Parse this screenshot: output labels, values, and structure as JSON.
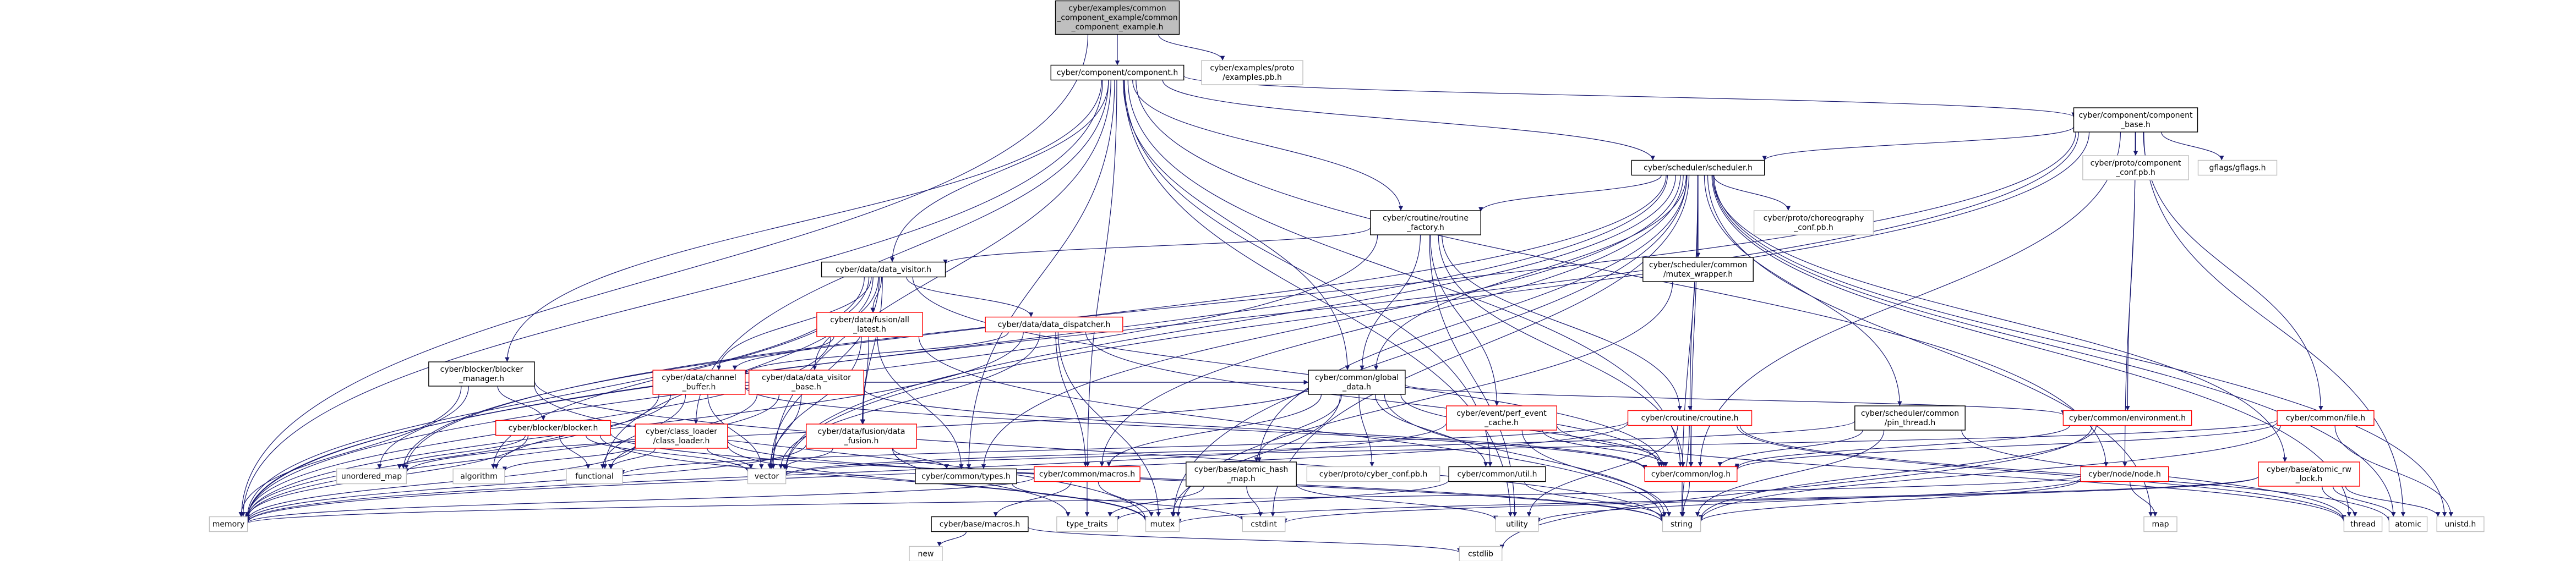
{
  "graph": {
    "nodes": [
      {
        "id": "root",
        "lines": [
          "cyber/examples/common",
          "_component_example/common",
          "_component_example.h"
        ],
        "style": "root"
      },
      {
        "id": "component",
        "lines": [
          "cyber/component/component.h"
        ],
        "style": "doc"
      },
      {
        "id": "examples_pb",
        "lines": [
          "cyber/examples/proto",
          "/examples.pb.h"
        ],
        "style": "ext"
      },
      {
        "id": "component_base",
        "lines": [
          "cyber/component/component",
          "_base.h"
        ],
        "style": "doc"
      },
      {
        "id": "scheduler",
        "lines": [
          "cyber/scheduler/scheduler.h"
        ],
        "style": "doc"
      },
      {
        "id": "component_conf",
        "lines": [
          "cyber/proto/component",
          "_conf.pb.h"
        ],
        "style": "ext"
      },
      {
        "id": "gflags",
        "lines": [
          "gflags/gflags.h"
        ],
        "style": "ext"
      },
      {
        "id": "routine_factory",
        "lines": [
          "cyber/croutine/routine",
          "_factory.h"
        ],
        "style": "doc"
      },
      {
        "id": "choreography",
        "lines": [
          "cyber/proto/choreography",
          "_conf.pb.h"
        ],
        "style": "ext"
      },
      {
        "id": "data_visitor",
        "lines": [
          "cyber/data/data_visitor.h"
        ],
        "style": "doc"
      },
      {
        "id": "all_latest",
        "lines": [
          "cyber/data/fusion/all",
          "_latest.h"
        ],
        "style": "red"
      },
      {
        "id": "data_dispatcher",
        "lines": [
          "cyber/data/data_dispatcher.h"
        ],
        "style": "red"
      },
      {
        "id": "mutex_wrapper",
        "lines": [
          "cyber/scheduler/common",
          "/mutex_wrapper.h"
        ],
        "style": "doc"
      },
      {
        "id": "blocker_manager",
        "lines": [
          "cyber/blocker/blocker",
          "_manager.h"
        ],
        "style": "doc"
      },
      {
        "id": "channel_buffer",
        "lines": [
          "cyber/data/channel",
          "_buffer.h"
        ],
        "style": "red"
      },
      {
        "id": "visitor_base",
        "lines": [
          "cyber/data/data_visitor",
          "_base.h"
        ],
        "style": "red"
      },
      {
        "id": "common_global",
        "lines": [
          "cyber/common/global",
          "_data.h"
        ],
        "style": "doc"
      },
      {
        "id": "perf_event",
        "lines": [
          "cyber/event/perf_event",
          "_cache.h"
        ],
        "style": "red"
      },
      {
        "id": "croutine",
        "lines": [
          "cyber/croutine/croutine.h"
        ],
        "style": "red"
      },
      {
        "id": "pin_thread",
        "lines": [
          "cyber/scheduler/common",
          "/pin_thread.h"
        ],
        "style": "doc"
      },
      {
        "id": "environment",
        "lines": [
          "cyber/common/environment.h"
        ],
        "style": "red"
      },
      {
        "id": "file",
        "lines": [
          "cyber/common/file.h"
        ],
        "style": "red"
      },
      {
        "id": "blocker",
        "lines": [
          "cyber/blocker/blocker.h"
        ],
        "style": "red"
      },
      {
        "id": "class_loader",
        "lines": [
          "cyber/class_loader",
          "/class_loader.h"
        ],
        "style": "red"
      },
      {
        "id": "data_fusion",
        "lines": [
          "cyber/data/fusion/data",
          "_fusion.h"
        ],
        "style": "red"
      },
      {
        "id": "atomic_hash",
        "lines": [
          "cyber/base/atomic_hash",
          "_map.h"
        ],
        "style": "doc"
      },
      {
        "id": "cyber_conf",
        "lines": [
          "cyber/proto/cyber_conf.pb.h"
        ],
        "style": "ext"
      },
      {
        "id": "util",
        "lines": [
          "cyber/common/util.h"
        ],
        "style": "doc"
      },
      {
        "id": "log",
        "lines": [
          "cyber/common/log.h"
        ],
        "style": "red"
      },
      {
        "id": "atomic_rw",
        "lines": [
          "cyber/base/atomic_rw",
          "_lock.h"
        ],
        "style": "red"
      },
      {
        "id": "node",
        "lines": [
          "cyber/node/node.h"
        ],
        "style": "red"
      },
      {
        "id": "common_macros",
        "lines": [
          "cyber/common/macros.h"
        ],
        "style": "red"
      },
      {
        "id": "types",
        "lines": [
          "cyber/common/types.h"
        ],
        "style": "doc"
      },
      {
        "id": "base_macros",
        "lines": [
          "cyber/base/macros.h"
        ],
        "style": "doc"
      },
      {
        "id": "unordered_map",
        "lines": [
          "unordered_map"
        ],
        "style": "ext"
      },
      {
        "id": "algorithm",
        "lines": [
          "algorithm"
        ],
        "style": "ext"
      },
      {
        "id": "functional",
        "lines": [
          "functional"
        ],
        "style": "ext"
      },
      {
        "id": "vector",
        "lines": [
          "vector"
        ],
        "style": "ext"
      },
      {
        "id": "memory",
        "lines": [
          "memory"
        ],
        "style": "ext"
      },
      {
        "id": "type_traits",
        "lines": [
          "type_traits"
        ],
        "style": "ext"
      },
      {
        "id": "mutex",
        "lines": [
          "mutex"
        ],
        "style": "ext"
      },
      {
        "id": "cstdint",
        "lines": [
          "cstdint"
        ],
        "style": "ext"
      },
      {
        "id": "utility",
        "lines": [
          "utility"
        ],
        "style": "ext"
      },
      {
        "id": "string",
        "lines": [
          "string"
        ],
        "style": "ext"
      },
      {
        "id": "map",
        "lines": [
          "map"
        ],
        "style": "ext"
      },
      {
        "id": "thread",
        "lines": [
          "thread"
        ],
        "style": "ext"
      },
      {
        "id": "atomic",
        "lines": [
          "atomic"
        ],
        "style": "ext"
      },
      {
        "id": "unistd",
        "lines": [
          "unistd.h"
        ],
        "style": "ext"
      },
      {
        "id": "new",
        "lines": [
          "new"
        ],
        "style": "ext"
      },
      {
        "id": "cstdlib",
        "lines": [
          "cstdlib"
        ],
        "style": "ext"
      }
    ],
    "edges": [
      [
        "root",
        "component"
      ],
      [
        "root",
        "examples_pb"
      ],
      [
        "root",
        "memory"
      ],
      [
        "component",
        "component_base"
      ],
      [
        "component",
        "scheduler"
      ],
      [
        "component",
        "routine_factory"
      ],
      [
        "component",
        "data_visitor"
      ],
      [
        "component",
        "blocker_manager"
      ],
      [
        "component",
        "class_loader"
      ],
      [
        "component",
        "common_global"
      ],
      [
        "component",
        "types"
      ],
      [
        "component",
        "util"
      ],
      [
        "component",
        "log"
      ],
      [
        "component",
        "node"
      ],
      [
        "component",
        "common_macros"
      ],
      [
        "component",
        "vector"
      ],
      [
        "component",
        "memory"
      ],
      [
        "component",
        "utility"
      ],
      [
        "component_base",
        "scheduler"
      ],
      [
        "component_base",
        "component_conf"
      ],
      [
        "component_base",
        "gflags"
      ],
      [
        "component_base",
        "environment"
      ],
      [
        "component_base",
        "file"
      ],
      [
        "component_base",
        "node"
      ],
      [
        "component_base",
        "memory"
      ],
      [
        "component_base",
        "vector"
      ],
      [
        "component_base",
        "atomic"
      ],
      [
        "component_base",
        "unordered_map"
      ],
      [
        "component_base",
        "log"
      ],
      [
        "scheduler",
        "routine_factory"
      ],
      [
        "scheduler",
        "choreography"
      ],
      [
        "scheduler",
        "mutex_wrapper"
      ],
      [
        "scheduler",
        "croutine"
      ],
      [
        "scheduler",
        "pin_thread"
      ],
      [
        "scheduler",
        "common_global"
      ],
      [
        "scheduler",
        "common_macros"
      ],
      [
        "scheduler",
        "types"
      ],
      [
        "scheduler",
        "log"
      ],
      [
        "scheduler",
        "atomic_hash"
      ],
      [
        "scheduler",
        "atomic_rw"
      ],
      [
        "scheduler",
        "unordered_map"
      ],
      [
        "scheduler",
        "vector"
      ],
      [
        "scheduler",
        "memory"
      ],
      [
        "scheduler",
        "string"
      ],
      [
        "scheduler",
        "map"
      ],
      [
        "scheduler",
        "thread"
      ],
      [
        "scheduler",
        "atomic"
      ],
      [
        "scheduler",
        "unistd"
      ],
      [
        "scheduler",
        "mutex"
      ],
      [
        "scheduler",
        "cstdint"
      ],
      [
        "routine_factory",
        "data_visitor"
      ],
      [
        "routine_factory",
        "croutine"
      ],
      [
        "routine_factory",
        "perf_event"
      ],
      [
        "routine_factory",
        "common_global"
      ],
      [
        "routine_factory",
        "log"
      ],
      [
        "routine_factory",
        "utility"
      ],
      [
        "routine_factory",
        "memory"
      ],
      [
        "data_visitor",
        "all_latest"
      ],
      [
        "data_visitor",
        "data_dispatcher"
      ],
      [
        "data_visitor",
        "channel_buffer"
      ],
      [
        "data_visitor",
        "visitor_base"
      ],
      [
        "data_visitor",
        "data_fusion"
      ],
      [
        "data_visitor",
        "log"
      ],
      [
        "data_visitor",
        "algorithm"
      ],
      [
        "data_visitor",
        "functional"
      ],
      [
        "data_visitor",
        "vector"
      ],
      [
        "data_visitor",
        "memory"
      ],
      [
        "all_latest",
        "channel_buffer"
      ],
      [
        "all_latest",
        "data_fusion"
      ],
      [
        "all_latest",
        "types"
      ],
      [
        "all_latest",
        "vector"
      ],
      [
        "all_latest",
        "memory"
      ],
      [
        "all_latest",
        "string"
      ],
      [
        "data_dispatcher",
        "channel_buffer"
      ],
      [
        "data_dispatcher",
        "common_macros"
      ],
      [
        "data_dispatcher",
        "log"
      ],
      [
        "data_dispatcher",
        "vector"
      ],
      [
        "data_dispatcher",
        "memory"
      ],
      [
        "data_dispatcher",
        "mutex"
      ],
      [
        "mutex_wrapper",
        "mutex"
      ],
      [
        "blocker_manager",
        "blocker"
      ],
      [
        "blocker_manager",
        "memory"
      ],
      [
        "blocker_manager",
        "unordered_map"
      ],
      [
        "blocker_manager",
        "mutex"
      ],
      [
        "blocker_manager",
        "string"
      ],
      [
        "channel_buffer",
        "common_global"
      ],
      [
        "channel_buffer",
        "log"
      ],
      [
        "channel_buffer",
        "algorithm"
      ],
      [
        "channel_buffer",
        "functional"
      ],
      [
        "channel_buffer",
        "vector"
      ],
      [
        "channel_buffer",
        "memory"
      ],
      [
        "visitor_base",
        "common_global"
      ],
      [
        "visitor_base",
        "log"
      ],
      [
        "visitor_base",
        "functional"
      ],
      [
        "visitor_base",
        "vector"
      ],
      [
        "visitor_base",
        "memory"
      ],
      [
        "common_global",
        "atomic_hash"
      ],
      [
        "common_global",
        "util"
      ],
      [
        "common_global",
        "cyber_conf"
      ],
      [
        "common_global",
        "common_macros"
      ],
      [
        "common_global",
        "log"
      ],
      [
        "common_global",
        "environment"
      ],
      [
        "common_global",
        "unordered_map"
      ],
      [
        "common_global",
        "string"
      ],
      [
        "common_global",
        "mutex"
      ],
      [
        "perf_event",
        "log"
      ],
      [
        "perf_event",
        "string"
      ],
      [
        "perf_event",
        "thread"
      ],
      [
        "perf_event",
        "memory"
      ],
      [
        "croutine",
        "log"
      ],
      [
        "croutine",
        "functional"
      ],
      [
        "croutine",
        "string"
      ],
      [
        "croutine",
        "thread"
      ],
      [
        "croutine",
        "atomic"
      ],
      [
        "croutine",
        "memory"
      ],
      [
        "croutine",
        "utility"
      ],
      [
        "pin_thread",
        "log"
      ],
      [
        "pin_thread",
        "string"
      ],
      [
        "pin_thread",
        "thread"
      ],
      [
        "pin_thread",
        "vector"
      ],
      [
        "environment",
        "log"
      ],
      [
        "environment",
        "string"
      ],
      [
        "environment",
        "cstdlib"
      ],
      [
        "file",
        "log"
      ],
      [
        "file",
        "string"
      ],
      [
        "file",
        "unistd"
      ],
      [
        "file",
        "vector"
      ],
      [
        "blocker",
        "functional"
      ],
      [
        "blocker",
        "vector"
      ],
      [
        "blocker",
        "memory"
      ],
      [
        "blocker",
        "string"
      ],
      [
        "blocker",
        "mutex"
      ],
      [
        "blocker",
        "unordered_map"
      ],
      [
        "class_loader",
        "functional"
      ],
      [
        "class_loader",
        "vector"
      ],
      [
        "class_loader",
        "memory"
      ],
      [
        "class_loader",
        "string"
      ],
      [
        "class_loader",
        "mutex"
      ],
      [
        "class_loader",
        "algorithm"
      ],
      [
        "data_fusion",
        "types"
      ],
      [
        "data_fusion",
        "vector"
      ],
      [
        "data_fusion",
        "memory"
      ],
      [
        "data_fusion",
        "type_traits"
      ],
      [
        "atomic_hash",
        "cstdint"
      ],
      [
        "atomic_hash",
        "type_traits"
      ],
      [
        "atomic_hash",
        "utility"
      ],
      [
        "util",
        "string"
      ],
      [
        "util",
        "type_traits"
      ],
      [
        "log",
        "string"
      ],
      [
        "log",
        "cstdarg_x_unused"
      ],
      [
        "atomic_rw",
        "thread"
      ],
      [
        "atomic_rw",
        "atomic"
      ],
      [
        "atomic_rw",
        "mutex"
      ],
      [
        "atomic_rw",
        "unistd"
      ],
      [
        "atomic_rw",
        "cstdint"
      ],
      [
        "node",
        "map"
      ],
      [
        "node",
        "memory"
      ],
      [
        "node",
        "string"
      ],
      [
        "node",
        "utility"
      ],
      [
        "common_macros",
        "base_macros"
      ],
      [
        "common_macros",
        "memory"
      ],
      [
        "common_macros",
        "mutex"
      ],
      [
        "common_macros",
        "type_traits"
      ],
      [
        "types",
        "cstdint"
      ],
      [
        "base_macros",
        "new"
      ],
      [
        "base_macros",
        "cstdlib"
      ]
    ]
  }
}
